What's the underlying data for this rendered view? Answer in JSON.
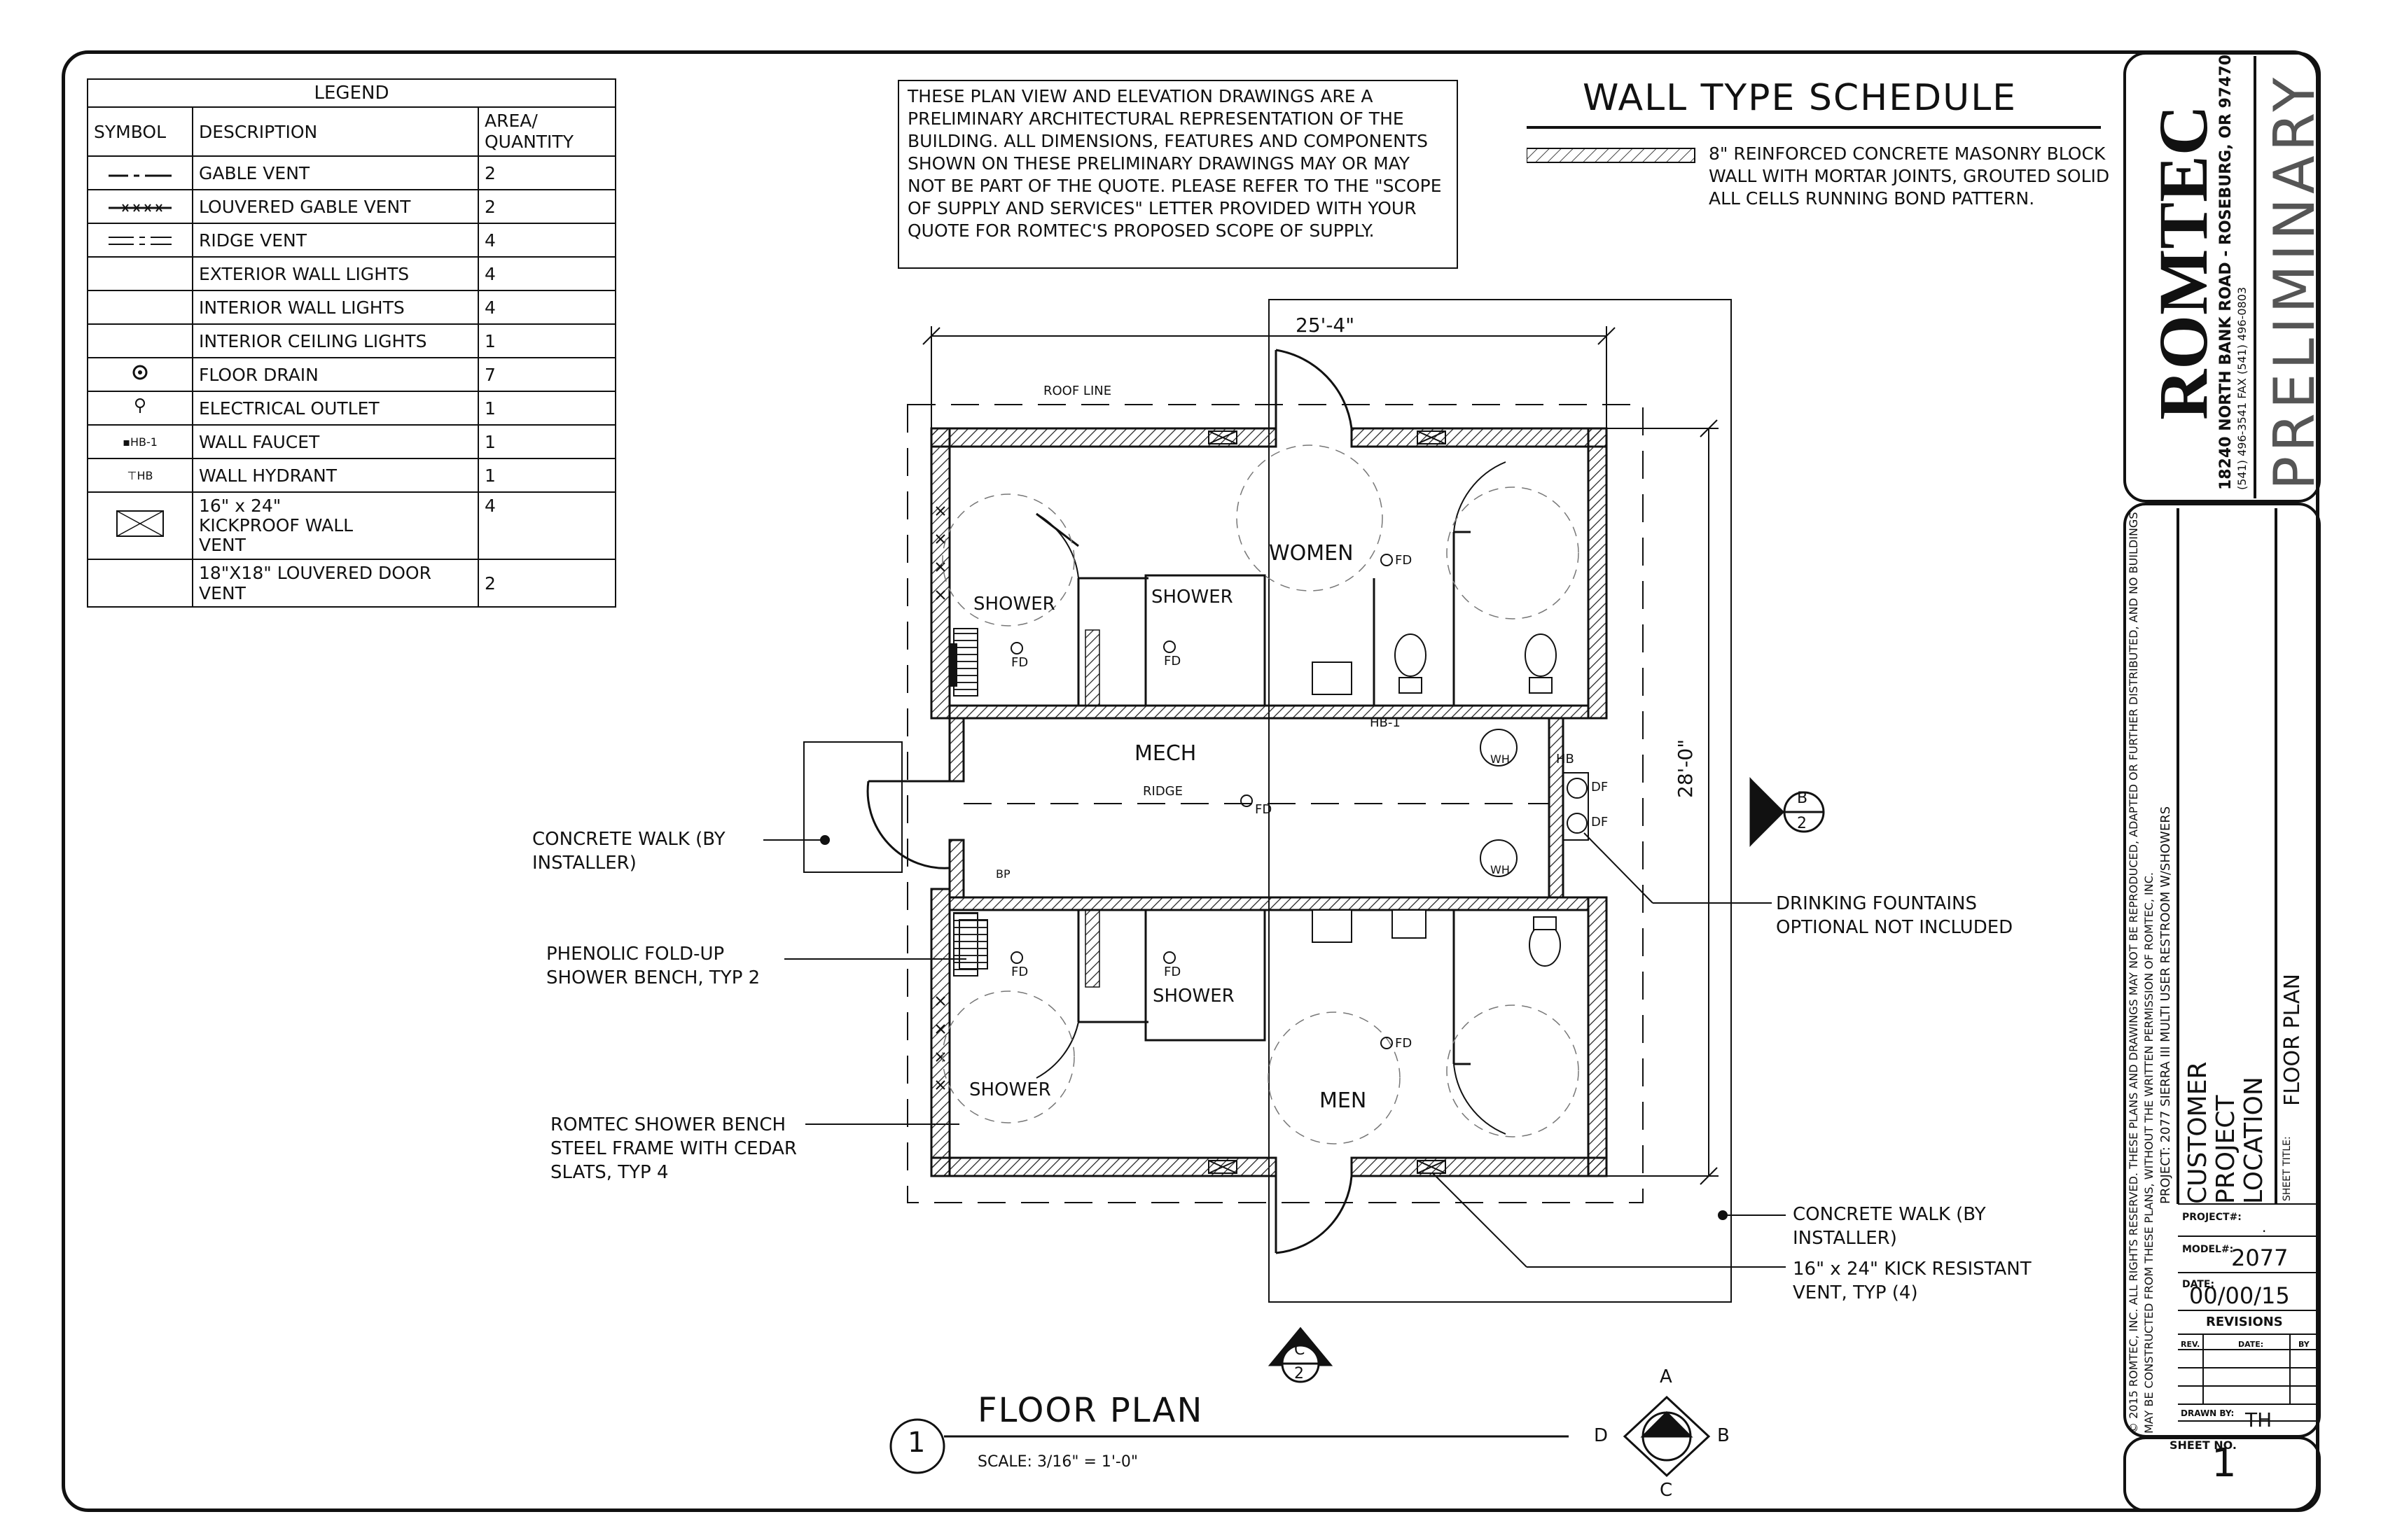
{
  "legend": {
    "title": "LEGEND",
    "headers": [
      "SYMBOL",
      "DESCRIPTION",
      "AREA/ QUANTITY"
    ],
    "rows": [
      {
        "symbol": "gable-vent-symbol",
        "description": "GABLE VENT",
        "quantity": "2"
      },
      {
        "symbol": "louvered-gable-vent-symbol",
        "description": "LOUVERED GABLE VENT",
        "quantity": "2"
      },
      {
        "symbol": "ridge-vent-symbol",
        "description": "RIDGE VENT",
        "quantity": "4"
      },
      {
        "symbol": "",
        "description": "EXTERIOR WALL LIGHTS",
        "quantity": "4"
      },
      {
        "symbol": "",
        "description": "INTERIOR WALL LIGHTS",
        "quantity": "4"
      },
      {
        "symbol": "",
        "description": "INTERIOR CEILING LIGHTS",
        "quantity": "1"
      },
      {
        "symbol": "floor-drain-symbol",
        "description": "FLOOR DRAIN",
        "quantity": "7"
      },
      {
        "symbol": "electrical-outlet-symbol",
        "description": "ELECTRICAL OUTLET",
        "quantity": "1"
      },
      {
        "symbol": "wall-faucet-symbol",
        "symbol_text": "HB-1",
        "description": "WALL FAUCET",
        "quantity": "1"
      },
      {
        "symbol": "wall-hydrant-symbol",
        "symbol_text": "HB",
        "description": "WALL HYDRANT",
        "quantity": "1"
      },
      {
        "symbol": "kickproof-vent-symbol",
        "description": "16\" x 24\" KICKPROOF WALL VENT",
        "quantity": "4"
      },
      {
        "symbol": "",
        "description": "18\"X18\" LOUVERED DOOR VENT",
        "quantity": "2"
      }
    ]
  },
  "disclaimer": "THESE PLAN VIEW AND ELEVATION DRAWINGS ARE A PRELIMINARY ARCHITECTURAL REPRESENTATION OF THE BUILDING. ALL DIMENSIONS, FEATURES AND COMPONENTS SHOWN ON THESE PRELIMINARY DRAWINGS MAY OR MAY NOT BE PART OF THE QUOTE. PLEASE REFER TO THE \"SCOPE OF SUPPLY AND SERVICES\" LETTER PROVIDED WITH YOUR QUOTE FOR ROMTEC'S PROPOSED SCOPE OF SUPPLY.",
  "wall_schedule": {
    "title": "WALL TYPE SCHEDULE",
    "description": "8\" REINFORCED CONCRETE MASONRY BLOCK WALL WITH MORTAR JOINTS, GROUTED SOLID ALL CELLS RUNNING BOND PATTERN."
  },
  "plan": {
    "dim_width": "25'-4\"",
    "dim_depth": "28'-0\"",
    "roof_line": "ROOF LINE",
    "ridge": "RIDGE",
    "rooms": {
      "women": "WOMEN",
      "men": "MEN",
      "mech": "MECH",
      "shower": "SHOWER"
    },
    "tags": {
      "fd": "FD",
      "hb1": "HB-1",
      "hb": "HB",
      "df": "DF",
      "wh": "WH",
      "bp": "BP"
    },
    "section_b": {
      "letter": "B",
      "sheet": "2"
    },
    "section_c": {
      "letter": "C",
      "sheet": "2"
    }
  },
  "callouts": {
    "concrete_walk_left": "CONCRETE WALK (BY INSTALLER)",
    "phenolic_bench": "PHENOLIC FOLD-UP SHOWER BENCH, TYP 2",
    "romtec_bench": "ROMTEC SHOWER BENCH STEEL FRAME WITH CEDAR SLATS, TYP 4",
    "drinking_fountains": "DRINKING FOUNTAINS OPTIONAL NOT INCLUDED",
    "concrete_walk_right": "CONCRETE WALK (BY INSTALLER)",
    "kick_vent": "16\" x 24\" KICK RESISTANT VENT, TYP (4)"
  },
  "drawing_title": {
    "number": "1",
    "title": "FLOOR PLAN",
    "scale": "SCALE: 3/16\" = 1'-0\""
  },
  "compass": {
    "a": "A",
    "b": "B",
    "c": "C",
    "d": "D"
  },
  "title_block": {
    "company": "ROMTEC",
    "address": "18240 NORTH BANK ROAD - ROSEBURG, OR 97470",
    "phone": "(541) 496-3541    FAX (541) 496-0803",
    "preliminary": "PRELIMINARY",
    "copyright": "© 2015 ROMTEC, INC. ALL RIGHTS RESERVED. THESE PLANS AND DRAWINGS MAY NOT BE REPRODUCED, ADAPTED OR FURTHER DISTRIBUTED, AND NO BUILDINGS MAY BE CONSTRUCTED FROM THESE PLANS, WITHOUT THE WRITTEN PERMISSION OF ROMTEC, INC.",
    "project_line": "PROJECT: 2077 SIERRA III MULTI USER RESTROOM W/SHOWERS",
    "customer": "CUSTOMER",
    "project": "PROJECT",
    "location": "LOCATION",
    "sheet_title_label": "SHEET TITLE:",
    "sheet_title": "FLOOR PLAN",
    "project_no_label": "PROJECT#:",
    "project_no": ".",
    "model_label": "MODEL#:",
    "model": "2077",
    "date_label": "DATE:",
    "date": "00/00/15",
    "revisions": "REVISIONS",
    "rev_headers": [
      "REV.",
      "DATE:",
      "BY"
    ],
    "drawn_by_label": "DRAWN BY:",
    "drawn_by": "TH",
    "sheet_no_label": "SHEET NO.",
    "sheet_no": "1"
  }
}
